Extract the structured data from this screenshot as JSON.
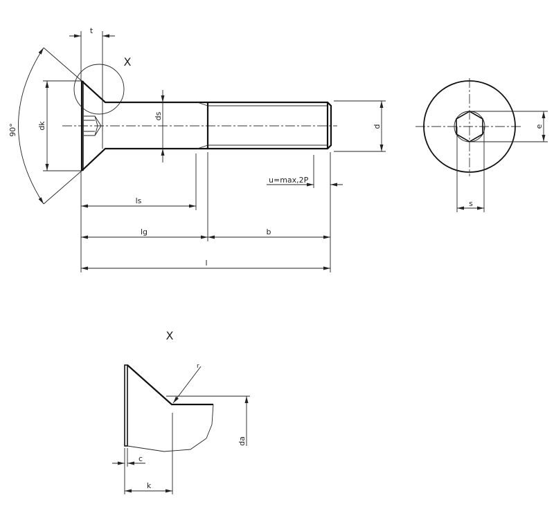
{
  "labels": {
    "t": "t",
    "X_top": "X",
    "angle": "90°",
    "dk": "dk",
    "ds": "ds",
    "d": "d",
    "u": "u=max,2P",
    "ls": "ls",
    "lg": "lg",
    "b": "b",
    "l": "l",
    "e": "e",
    "s": "s",
    "X_detail": "X",
    "r": "r",
    "c": "c",
    "k": "k",
    "da": "da"
  },
  "colors": {
    "line": "#111111",
    "background": "#ffffff"
  }
}
